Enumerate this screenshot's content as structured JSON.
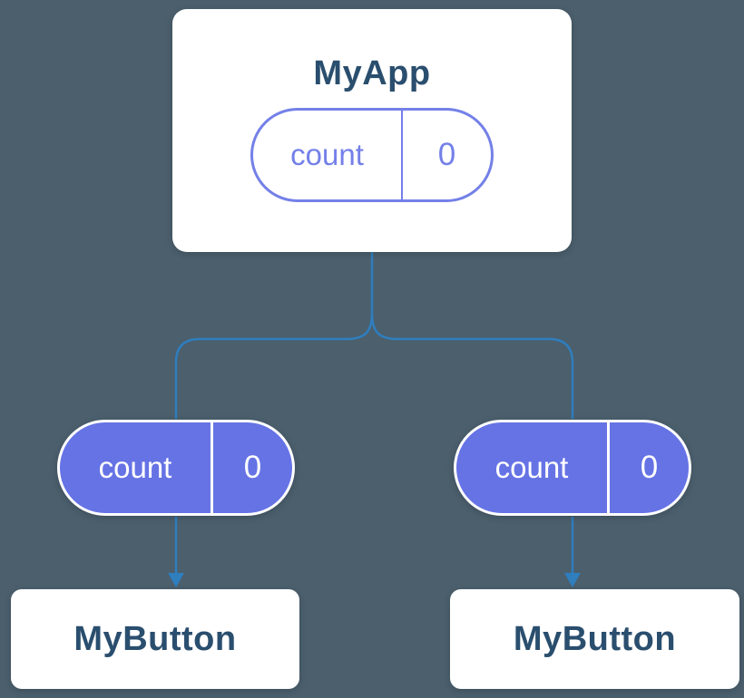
{
  "colors": {
    "background": "#4B5F6D",
    "connector_blue": "#2F7EBE",
    "pill_purple_fill": "#6673E5",
    "pill_purple_outline": "#7480E8",
    "title_navy": "#2A4E6E",
    "card_white": "#FFFFFF"
  },
  "root": {
    "title": "MyApp",
    "state": {
      "name": "count",
      "value": "0"
    }
  },
  "children": [
    {
      "title": "MyButton",
      "prop": {
        "name": "count",
        "value": "0"
      }
    },
    {
      "title": "MyButton",
      "prop": {
        "name": "count",
        "value": "0"
      }
    }
  ]
}
